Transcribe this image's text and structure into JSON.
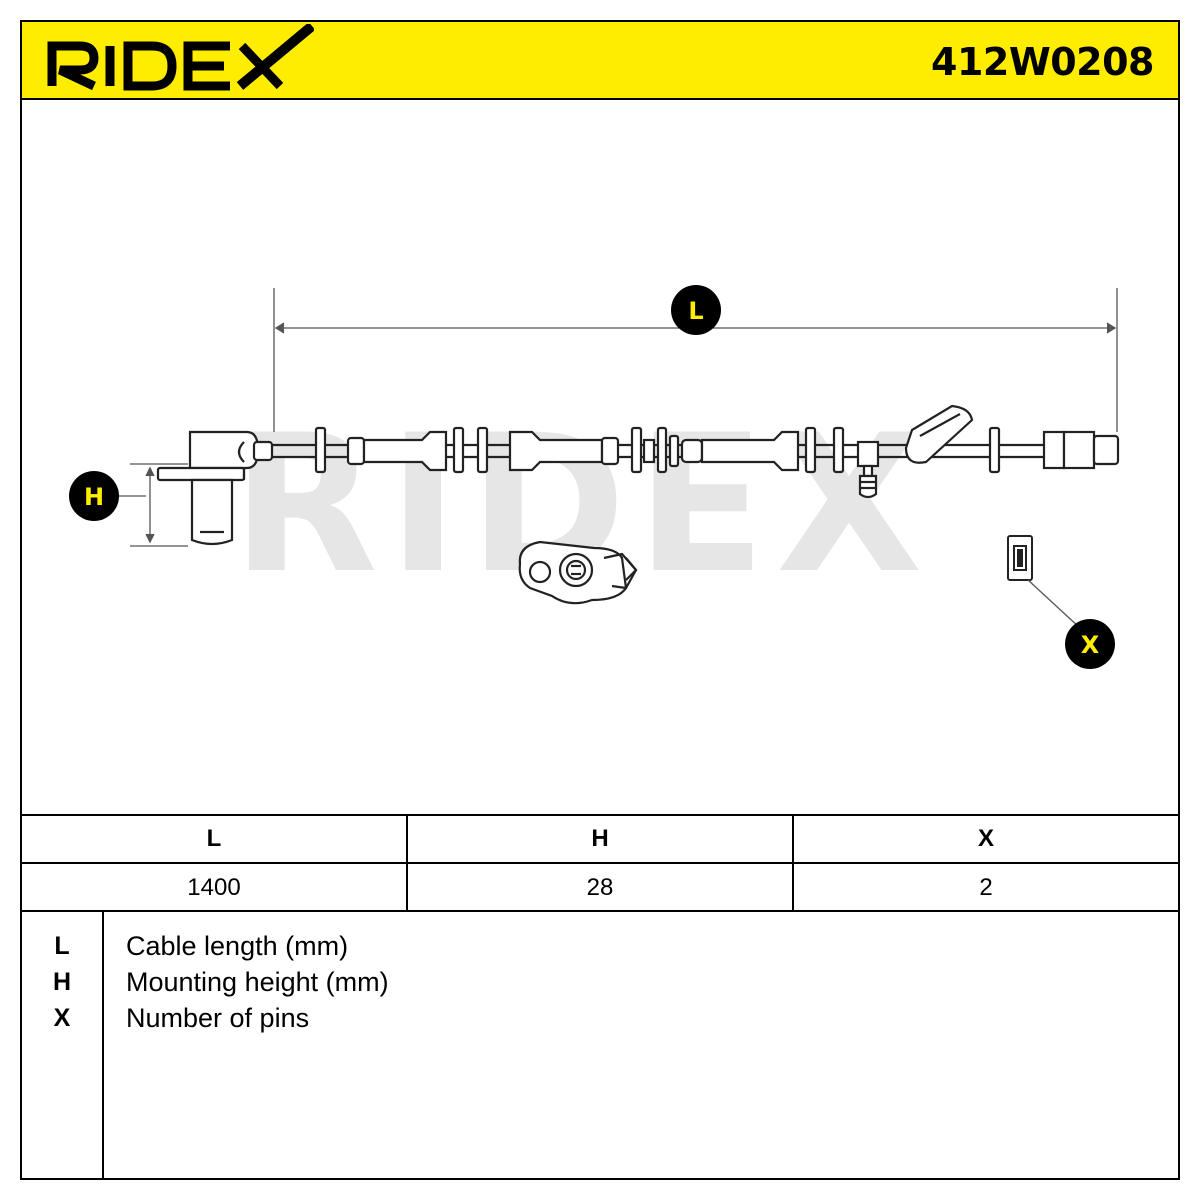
{
  "header": {
    "brand": "RIDEX",
    "part_number": "412W0208",
    "background_color": "#ffed00"
  },
  "drawing": {
    "watermark": "RIDEX",
    "dimension_labels": [
      "L",
      "H",
      "X"
    ]
  },
  "spec_table": {
    "columns": [
      "L",
      "H",
      "X"
    ],
    "values": [
      "1400",
      "28",
      "2"
    ]
  },
  "legend": [
    {
      "key": "L",
      "desc": "Cable length (mm)"
    },
    {
      "key": "H",
      "desc": "Mounting height (mm)"
    },
    {
      "key": "X",
      "desc": "Number of pins"
    }
  ]
}
